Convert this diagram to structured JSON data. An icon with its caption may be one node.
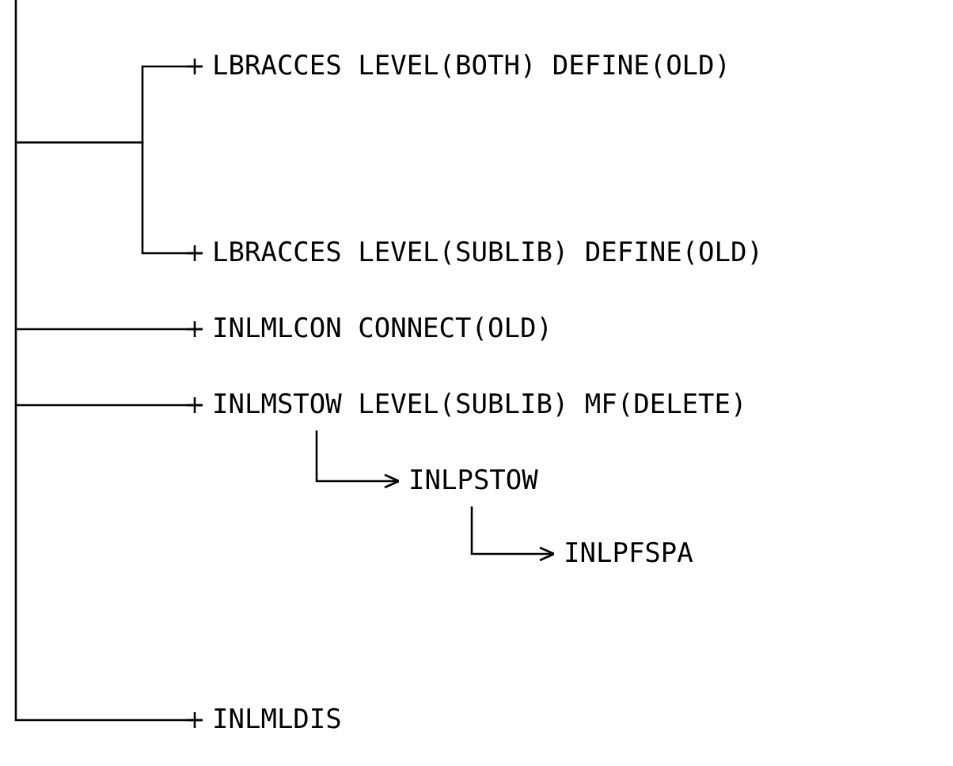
{
  "diagram": {
    "nodes": [
      {
        "text": [
          "LBRACCES LEVEL(BOTH) DEFINE(OLD)"
        ]
      },
      {
        "text": [
          "LBRACCES LEVEL(SUBLIB) DEFINE(OLD)"
        ]
      },
      {
        "text": [
          "INLMLCON CONNECT(OLD)"
        ]
      },
      {
        "text": [
          "INLMSTOW LEVEL(SUBLIB) MF(DELETE)"
        ]
      },
      {
        "text": [
          "INLPSTOW"
        ]
      },
      {
        "text": [
          "INLPFSPA"
        ]
      },
      {
        "text": [
          "INLMLDIS"
        ]
      }
    ],
    "edges": [
      {
        "from": null,
        "to": 0,
        "arrow": "other"
      },
      {
        "from": null,
        "to": 1,
        "arrow": "other"
      },
      {
        "from": null,
        "to": 2,
        "arrow": "other"
      },
      {
        "from": null,
        "to": 3,
        "arrow": "other"
      },
      {
        "from": 3,
        "to": 4,
        "arrow": "to"
      },
      {
        "from": 4,
        "to": 5,
        "arrow": "to"
      },
      {
        "from": null,
        "to": 6,
        "arrow": "other"
      }
    ]
  }
}
